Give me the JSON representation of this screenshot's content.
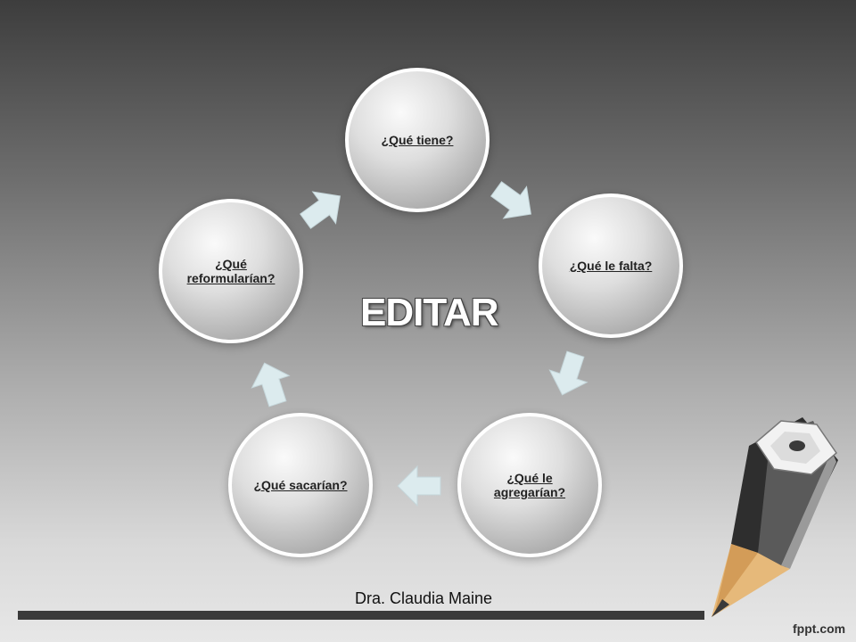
{
  "diagram": {
    "center_title": "EDITAR",
    "nodes": [
      {
        "pre": "¿",
        "main": "Qué tiene?",
        "post": ""
      },
      {
        "pre": "",
        "main": "¿Qué le falta",
        "post": "?"
      },
      {
        "pre": "¿",
        "main": "Qué le agregarían?",
        "post": ""
      },
      {
        "pre": "",
        "main": "¿Qué sacarían?",
        "post": ""
      },
      {
        "pre": "",
        "main": "¿Qué reformularían?",
        "post": ""
      }
    ]
  },
  "footer": {
    "author": "Dra. Claudia Maine",
    "brand": "fppt.com"
  },
  "colors": {
    "arrow_fill": "#dcebee",
    "node_border": "#ffffff",
    "footer_bar": "#3a3a3a"
  },
  "icons": [
    "arrow-icon",
    "pencil-icon"
  ]
}
